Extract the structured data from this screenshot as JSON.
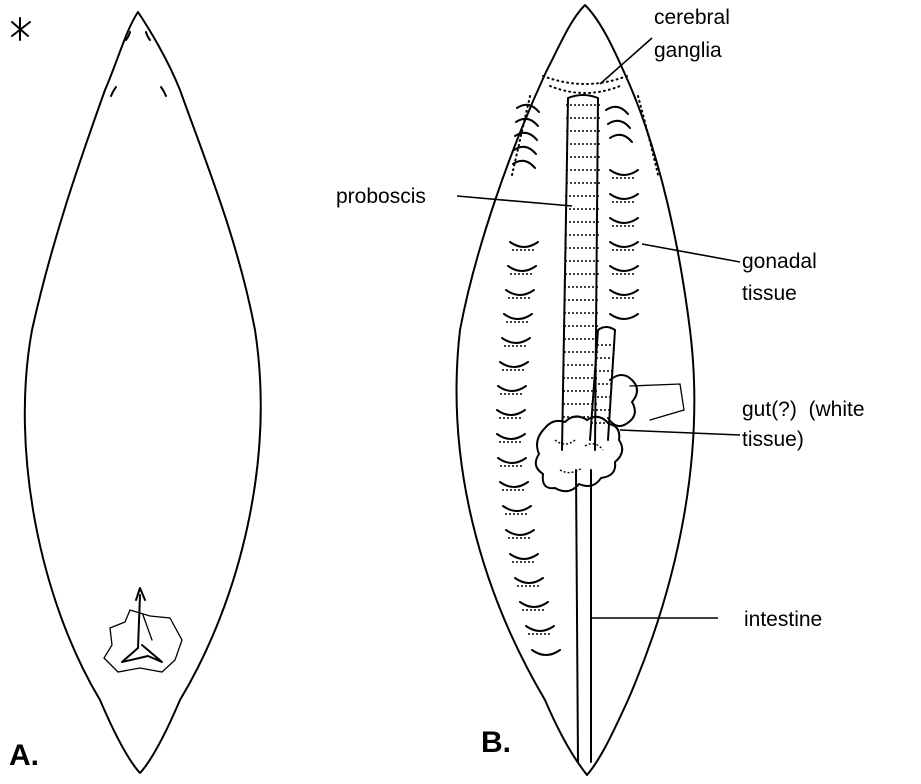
{
  "panels": {
    "a": {
      "label": "A."
    },
    "b": {
      "label": "B."
    }
  },
  "labels": {
    "cerebral_line1": "cerebral",
    "cerebral_line2": "ganglia",
    "proboscis": "proboscis",
    "gonadal_line1": "gonadal",
    "gonadal_line2": "tissue",
    "gut_line1": "gut(?)  (white",
    "gut_line2": "tissue)",
    "intestine": "intestine"
  }
}
